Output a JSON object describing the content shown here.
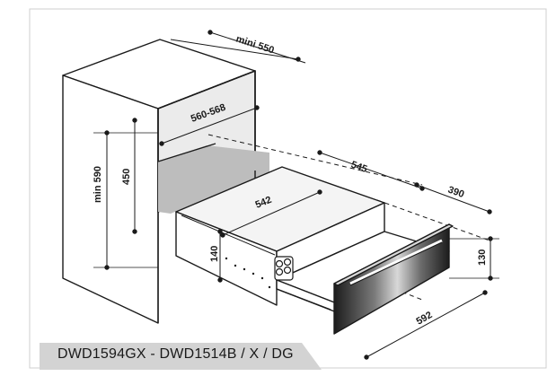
{
  "model_label": "DWD1594GX - DWD1514B / X / DG",
  "dimensions": {
    "mini_550": "mini 550",
    "d560_568": "560-568",
    "d545": "545",
    "d390": "390",
    "d542": "542",
    "min_590": "min 590",
    "d450": "450",
    "d140": "140",
    "d130": "130",
    "d592": "592"
  },
  "colors": {
    "line": "#1a1a1a",
    "cabinet_interior": "#ebebeb",
    "cavity": "#bdbdbd",
    "drawer_top": "#f4f4f4",
    "glass_dark": "#2a2a2a",
    "band": "#d3d3d3"
  },
  "icons": [
    "knob-icon",
    "handle-icon"
  ]
}
